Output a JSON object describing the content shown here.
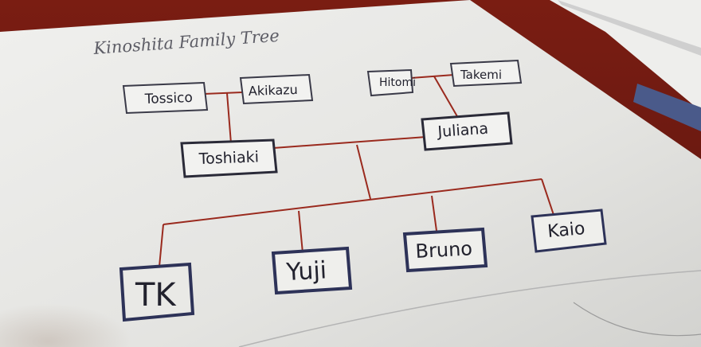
{
  "title": "Kinoshita Family Tree",
  "people": {
    "tossico": "Tossico",
    "akikazu": "Akikazu",
    "hitomi": "Hitomi",
    "takemi": "Takemi",
    "toshiaki": "Toshiaki",
    "juliana": "Juliana",
    "tk": "TK",
    "yuji": "Yuji",
    "bruno": "Bruno",
    "kaio": "Kaio"
  },
  "colors": {
    "paper": "#e6e6e3",
    "ink": "#2a2a38",
    "line": "#9a2a1e",
    "background": "#6b1a12"
  }
}
